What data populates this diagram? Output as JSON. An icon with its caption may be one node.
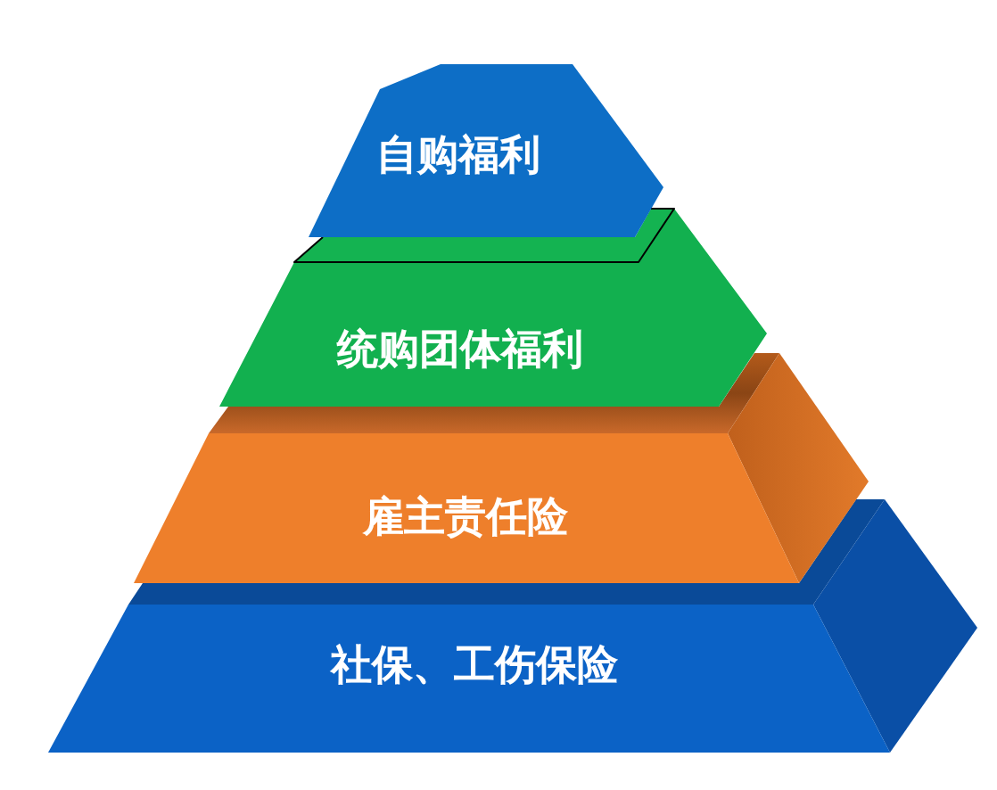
{
  "diagram": {
    "nodes": [
      {
        "text": [
          "自购福利"
        ]
      },
      {
        "text": [
          "统购团体福利"
        ]
      },
      {
        "text": [
          "雇主责任险"
        ]
      },
      {
        "text": [
          "社保、工伤保险"
        ]
      }
    ]
  }
}
